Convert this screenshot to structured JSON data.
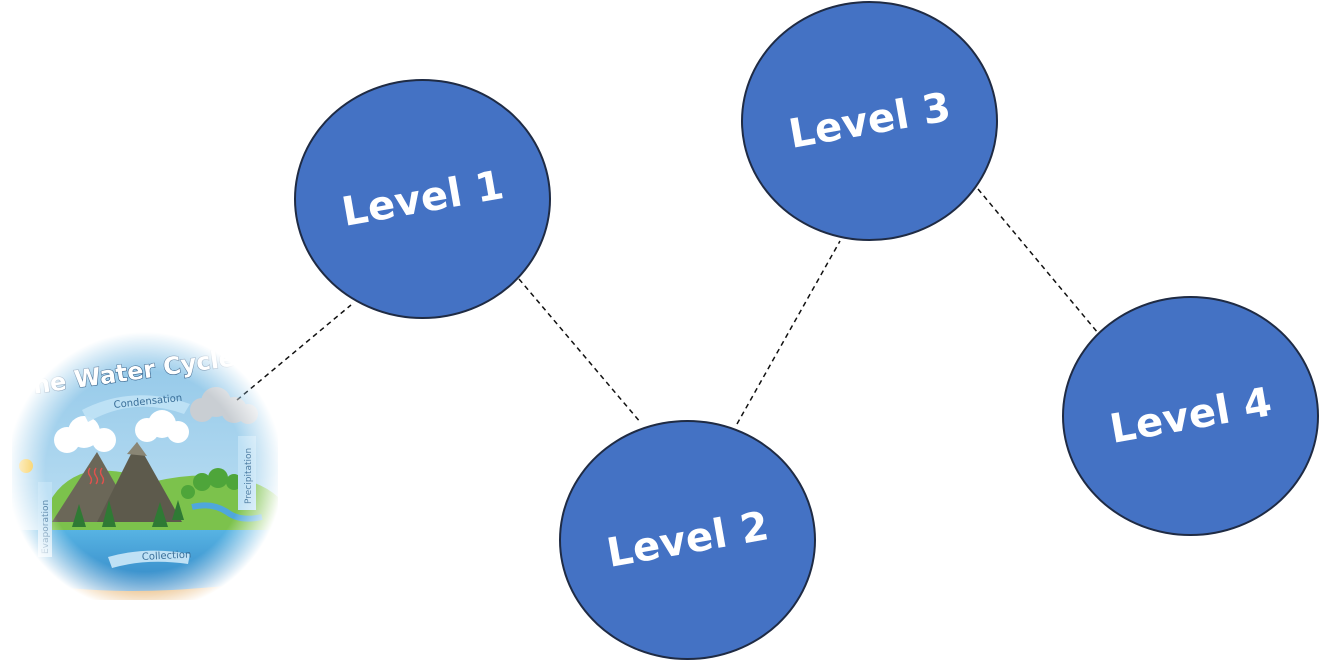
{
  "diagram": {
    "nodes": [
      {
        "id": "level-1",
        "label": "Level 1"
      },
      {
        "id": "level-2",
        "label": "Level 2"
      },
      {
        "id": "level-3",
        "label": "Level 3"
      },
      {
        "id": "level-4",
        "label": "Level 4"
      }
    ],
    "edges": [
      {
        "from": "water-cycle-image",
        "to": "level-1",
        "style": "dashed"
      },
      {
        "from": "level-1",
        "to": "level-2",
        "style": "dashed"
      },
      {
        "from": "level-2",
        "to": "level-3",
        "style": "dashed"
      },
      {
        "from": "level-3",
        "to": "level-4",
        "style": "dashed"
      }
    ],
    "node_fill_color": "#4472c4",
    "node_border_color": "#1f2b44",
    "edge_color": "#111111"
  },
  "water_cycle": {
    "title": "The Water Cycle",
    "labels": {
      "condensation": "Condensation",
      "precipitation": "Precipitation",
      "evaporation": "Evaporation",
      "collection": "Collection"
    }
  }
}
